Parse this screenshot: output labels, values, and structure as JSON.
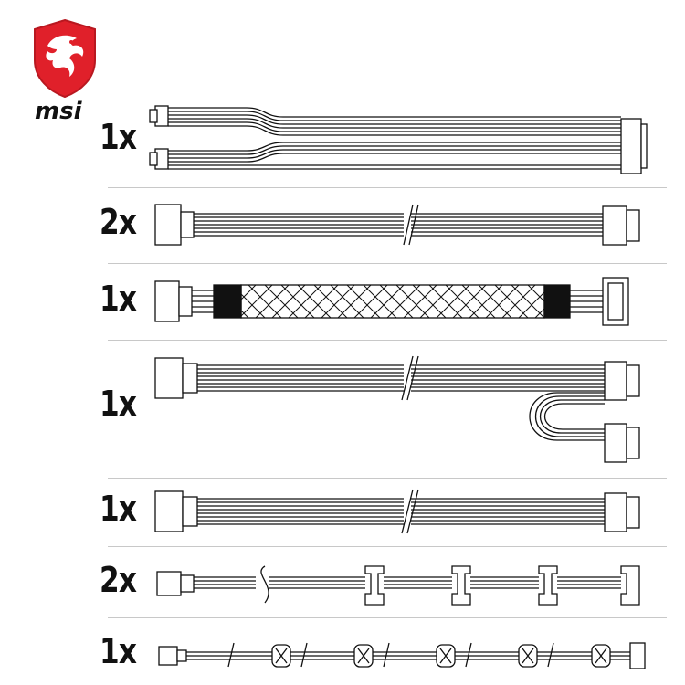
{
  "brand": {
    "logo_text": "msi",
    "accent_color": "#e0202a",
    "logo_icon": "dragon-shield-icon"
  },
  "cables": [
    {
      "quantity": "1x",
      "connector_icon": "atx-24pin-cable-icon"
    },
    {
      "quantity": "2x",
      "connector_icon": "cpu-8pin-cable-icon"
    },
    {
      "quantity": "1x",
      "connector_icon": "pcie-16pin-sleeved-cable-icon"
    },
    {
      "quantity": "1x",
      "connector_icon": "pcie-dual-8pin-cable-icon"
    },
    {
      "quantity": "1x",
      "connector_icon": "pcie-8pin-cable-icon"
    },
    {
      "quantity": "2x",
      "connector_icon": "sata-chain-cable-icon"
    },
    {
      "quantity": "1x",
      "connector_icon": "molex-chain-cable-icon"
    }
  ]
}
